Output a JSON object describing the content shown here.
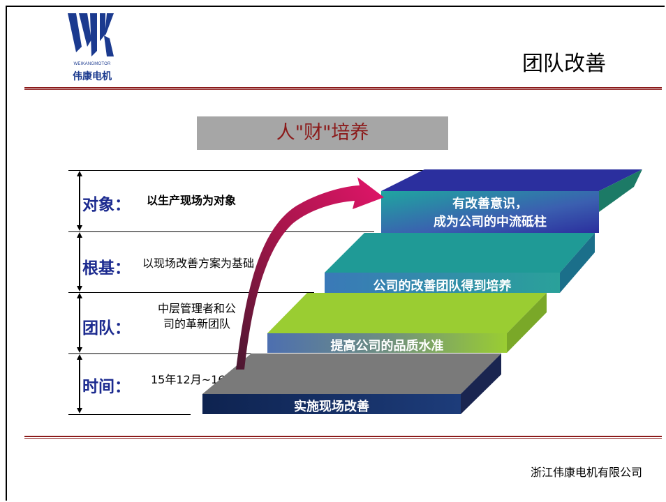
{
  "header": {
    "logo_sub": "WEIKANGMOTOR",
    "logo_cn": "伟康电机",
    "title": "团队改善"
  },
  "banner": {
    "text": "人\"财\"培养"
  },
  "rows": [
    {
      "label": "对象：",
      "text": "以生产现场为对象"
    },
    {
      "label": "根基：",
      "text": "以现场改善方案为基础"
    },
    {
      "label": "团队：",
      "text_line1": "中层管理者和公",
      "text_line2": "司的革新团队"
    },
    {
      "label": "时间：",
      "text": "15年12月~16年8月"
    }
  ],
  "steps": [
    {
      "text": "实施现场改善"
    },
    {
      "text": "提高公司的品质水准"
    },
    {
      "text": "公司的改善团队得到培养"
    },
    {
      "line1": "有改善意识，",
      "line2": "成为公司的中流砥柱"
    }
  ],
  "footer": {
    "company": "浙江伟康电机有限公司"
  },
  "colors": {
    "brand_blue": "#1b2a8f",
    "title_red": "#8b1a1a",
    "arrow_magenta": "#c2185b",
    "step1": "#0f2a5a",
    "step2": "#9acd32",
    "step3": "#1f9a96",
    "step4": "#2b2f9e"
  }
}
